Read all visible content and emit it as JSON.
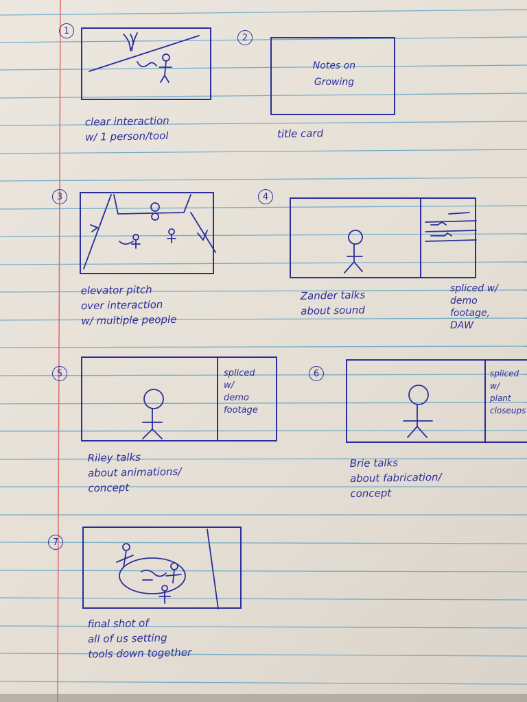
{
  "panels": [
    {
      "number": "1",
      "caption": "clear interaction\nw/ 1 person/tool"
    },
    {
      "number": "2",
      "frame_text": "Notes on\nGrowing",
      "caption": "title card"
    },
    {
      "number": "3",
      "caption": "elevator pitch\nover interaction\nw/ multiple people"
    },
    {
      "number": "4",
      "caption": "Zander talks\nabout sound",
      "side_note": "spliced w/\ndemo\nfootage,\nDAW"
    },
    {
      "number": "5",
      "caption": "Riley talks\nabout animations/\nconcept",
      "inset_text": "spliced\nw/\ndemo\nfootage"
    },
    {
      "number": "6",
      "caption": "Brie talks\nabout fabrication/\nconcept",
      "inset_text": "spliced\nw/\nplant\ncloseups"
    },
    {
      "number": "7",
      "caption": "final shot of\nall of us setting\ntools down together"
    }
  ],
  "colors": {
    "ink": "#2b2d9c",
    "rule": "#5a9fc4",
    "margin": "#e06a6a",
    "paper": "#e8e2d9"
  }
}
